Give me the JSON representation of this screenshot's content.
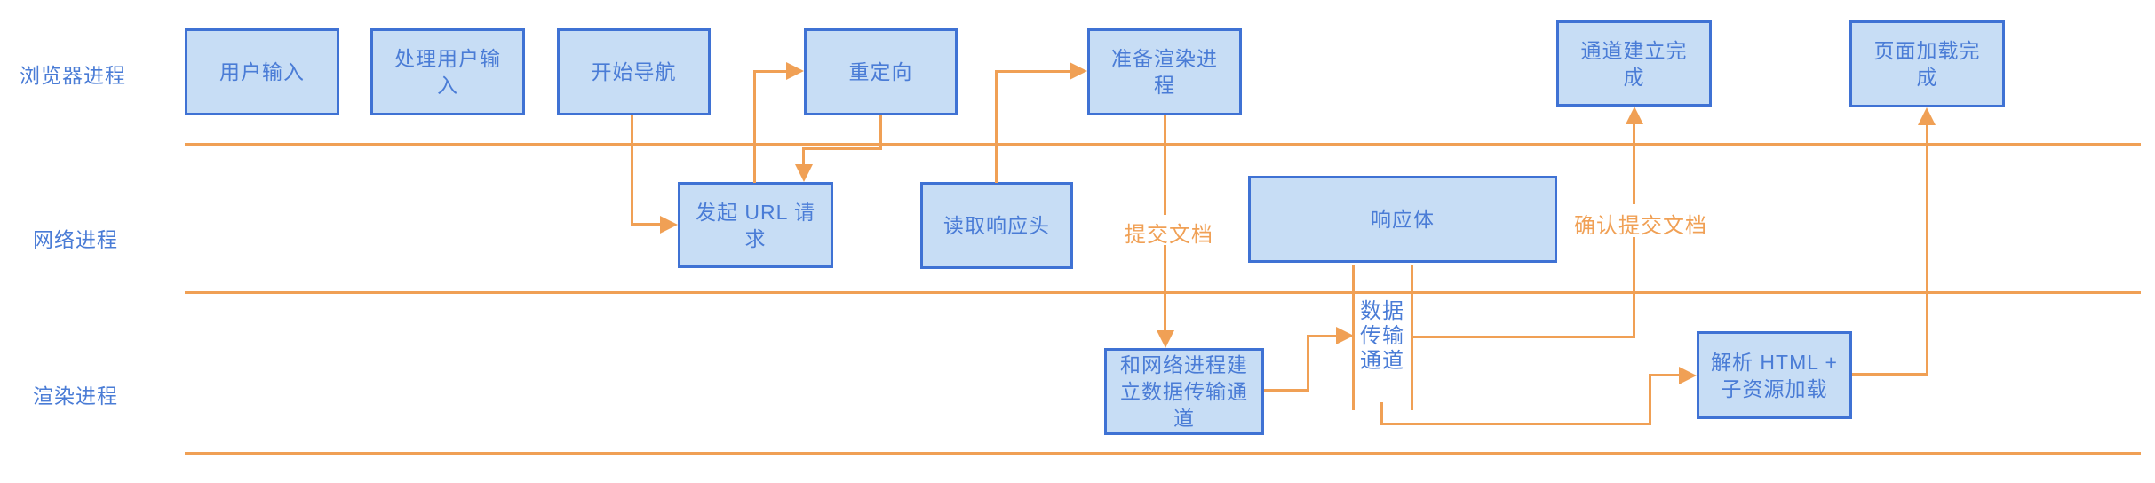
{
  "diagram": {
    "title_hint": "Chrome navigation flow swimlane diagram",
    "lanes": {
      "browser": "浏览器进程",
      "network": "网络进程",
      "renderer": "渲染进程"
    },
    "nodes": {
      "user_input": "用户输入",
      "handle_user_input": "处理用户输\n入",
      "start_navigation": "开始导航",
      "redirect": "重定向",
      "prepare_renderer": "准备渲染进\n程",
      "channel_established": "通道建立完\n成",
      "page_loaded": "页面加载完\n成",
      "send_url_request": "发起 URL 请\n求",
      "read_response_headers": "读取响应头",
      "response_body": "响应体",
      "establish_data_channel": "和网络进程建\n立数据传输通\n道",
      "parse_html": "解析 HTML +\n子资源加载"
    },
    "edge_labels": {
      "commit_document": "提交文档",
      "confirm_commit_document": "确认提交文档",
      "data_channel": "数据\n传输\n通道"
    },
    "colors": {
      "node_fill": "#C7DDF5",
      "node_border": "#3F72D4",
      "node_text": "#4A7CD6",
      "arrow_orange": "#F0A055",
      "background": "#FFFFFF"
    }
  }
}
